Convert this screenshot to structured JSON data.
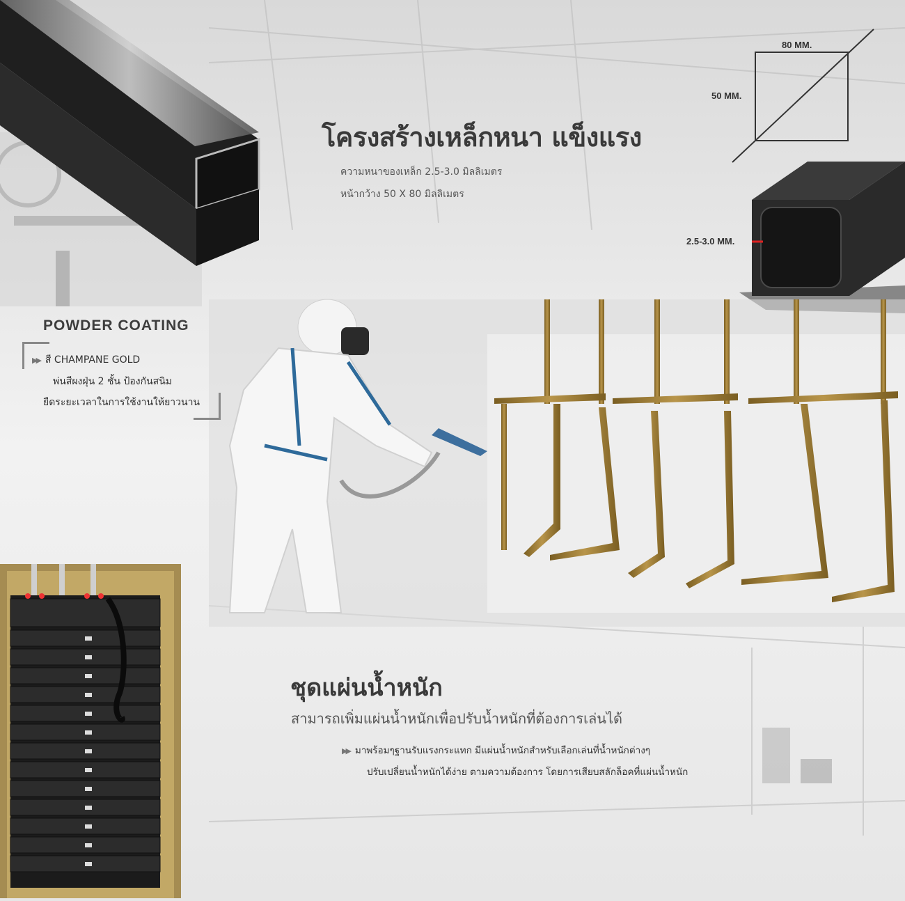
{
  "frame": {
    "title": "โครงสร้างเหล็กหนา แข็งแรง",
    "thickness_text": "ความหนาของเหล็ก 2.5-3.0 มิลลิเมตร",
    "width_text": "หน้ากว้าง 50 X 80 มิลลิเมตร"
  },
  "dimensions": {
    "width_label": "80 MM.",
    "height_label": "50 MM.",
    "thickness_label": "2.5-3.0 MM."
  },
  "powder_coating": {
    "title": "POWDER COATING",
    "arrows": "▶▶",
    "line1": "สี CHAMPANE GOLD",
    "line2": "พ่นสีผงฝุ่น 2 ชั้น ป้องกันสนิม",
    "line3": "ยืดระยะเวลาในการใช้งานให้ยาวนาน"
  },
  "weight_stack": {
    "title": "ชุดแผ่นน้ำหนัก",
    "subtitle": "สามารถเพิ่มแผ่นน้ำหนักเพื่อปรับน้ำหนักที่ต้องการเล่นได้",
    "arrows": "▶▶",
    "line1": "มาพร้อมๆฐานรับแรงกระแทก มีแผ่นน้ำหนักสำหรับเลือกเล่นที่น้ำหนักต่างๆ",
    "line2": "ปรับเปลี่ยนน้ำหนักได้ง่าย ตามความต้องการ โดยการเสียบสลักล็อคที่แผ่นน้ำหนัก"
  },
  "colors": {
    "gold": "#9a7a35",
    "steel": "#2a2a2a"
  }
}
